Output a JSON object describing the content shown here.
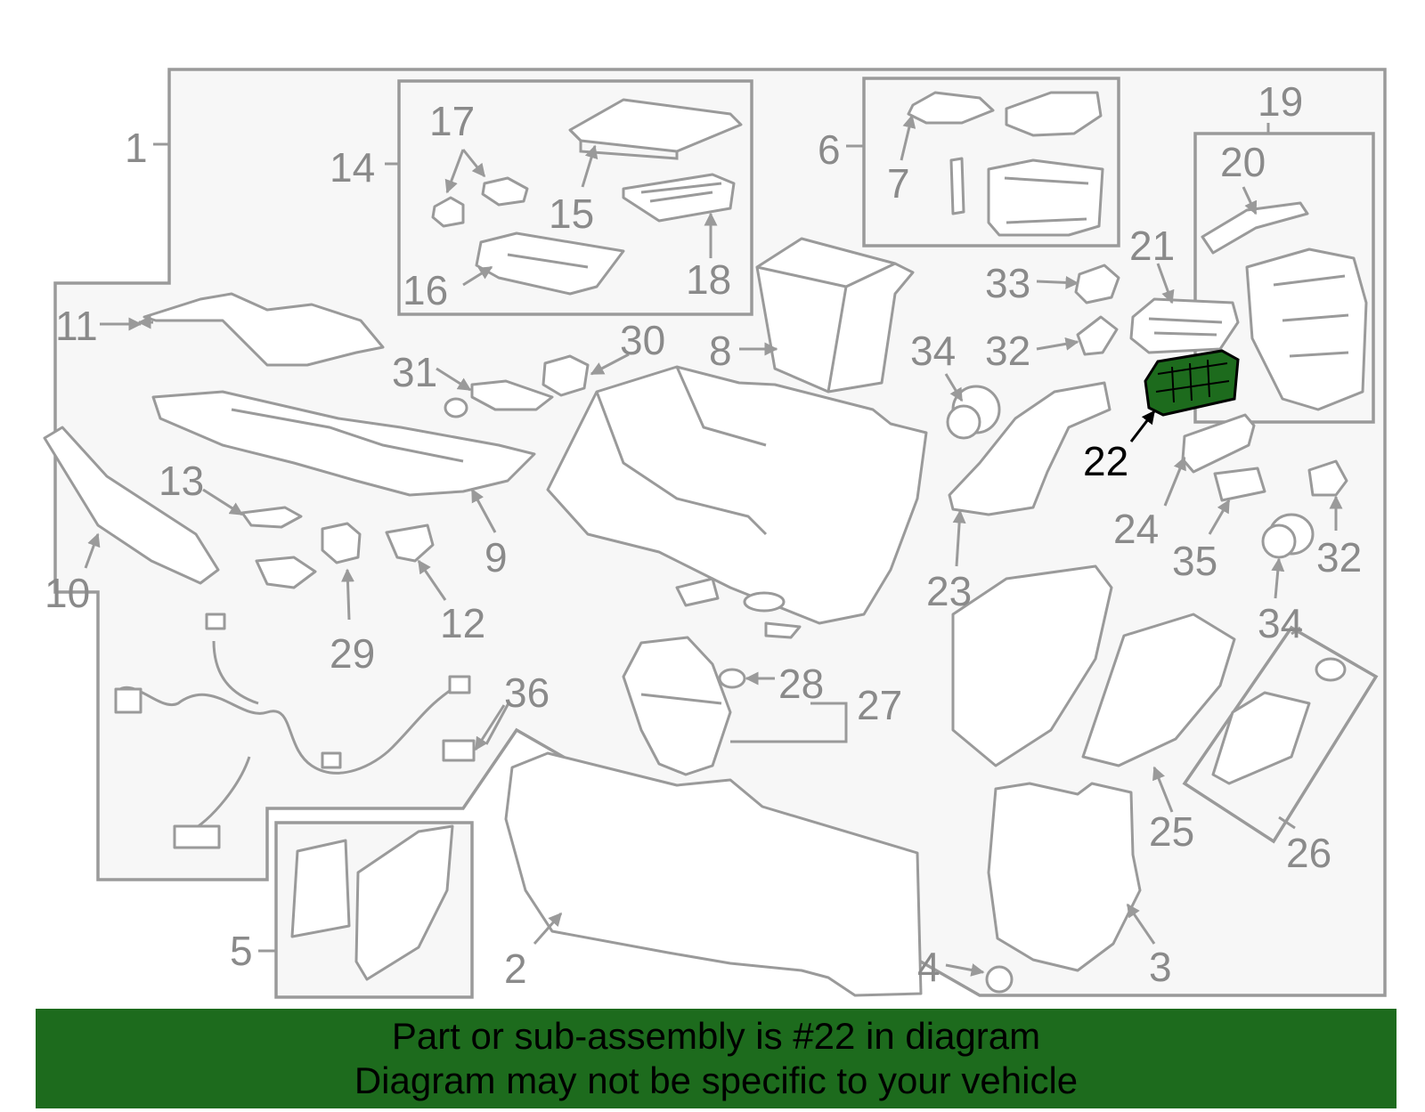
{
  "diagram": {
    "highlight_color": "#1d6b1d",
    "highlighted_part": "22",
    "callouts": [
      "1",
      "2",
      "3",
      "4",
      "5",
      "6",
      "7",
      "8",
      "9",
      "10",
      "11",
      "12",
      "13",
      "14",
      "15",
      "16",
      "17",
      "18",
      "19",
      "20",
      "21",
      "22",
      "23",
      "24",
      "25",
      "26",
      "27",
      "28",
      "29",
      "30",
      "31",
      "32",
      "32",
      "33",
      "34",
      "34",
      "35",
      "36"
    ]
  },
  "banner": {
    "line1": "Part or sub-assembly is #22 in diagram",
    "line2": "Diagram may not be specific to your vehicle",
    "background": "#1d6b1d"
  }
}
